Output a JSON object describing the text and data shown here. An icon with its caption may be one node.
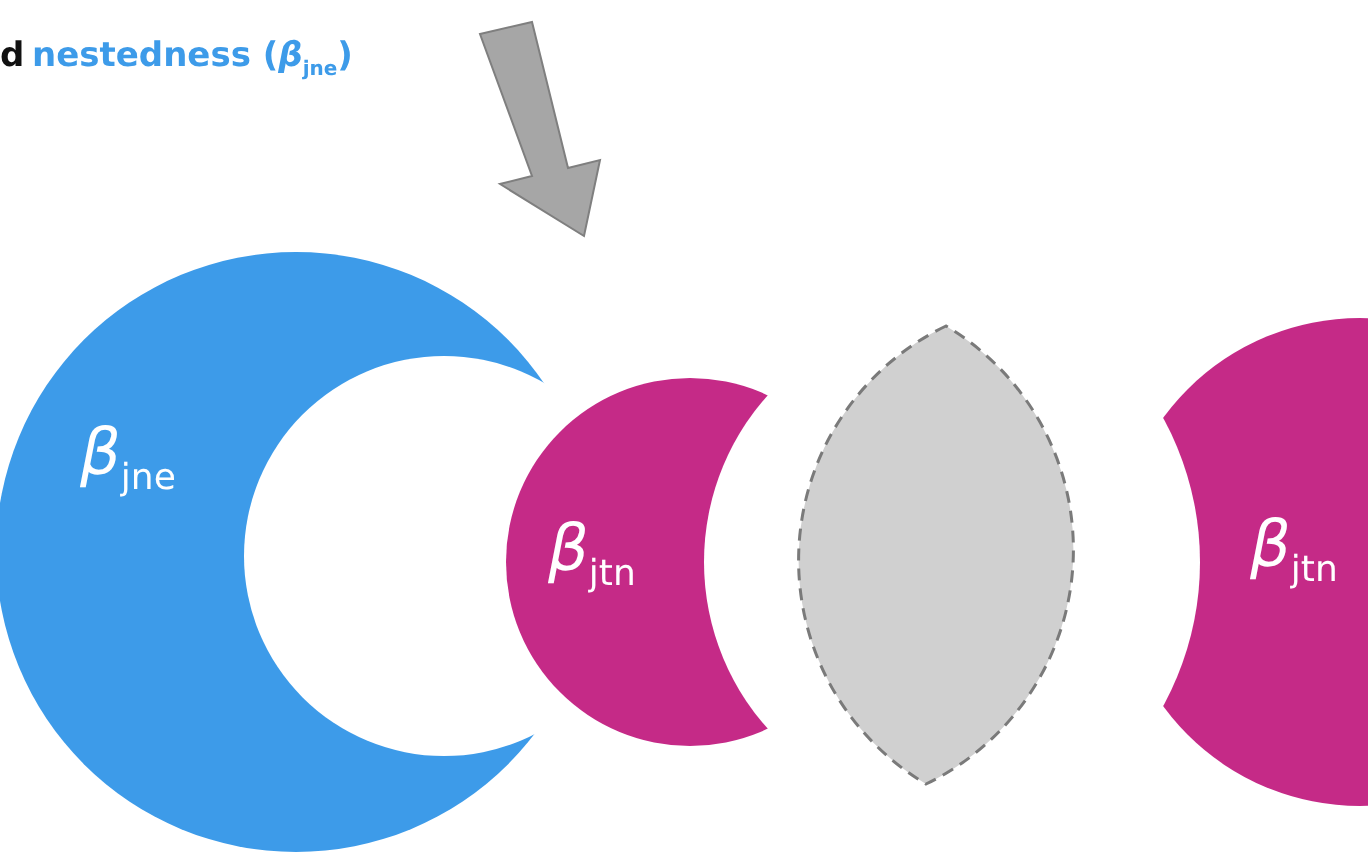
{
  "diagram": {
    "nodes": [
      {
        "text": [
          "*β*$_{jne}$"
        ]
      },
      {
        "text": [
          "*β*$_{jtn}$"
        ]
      },
      {
        "text": [],
        "shape": "lens"
      },
      {
        "text": [
          "*β*$_{jtn}$"
        ]
      }
    ],
    "labels": [
      "d",
      "nestedness (*β*$_{jne}$)"
    ]
  }
}
